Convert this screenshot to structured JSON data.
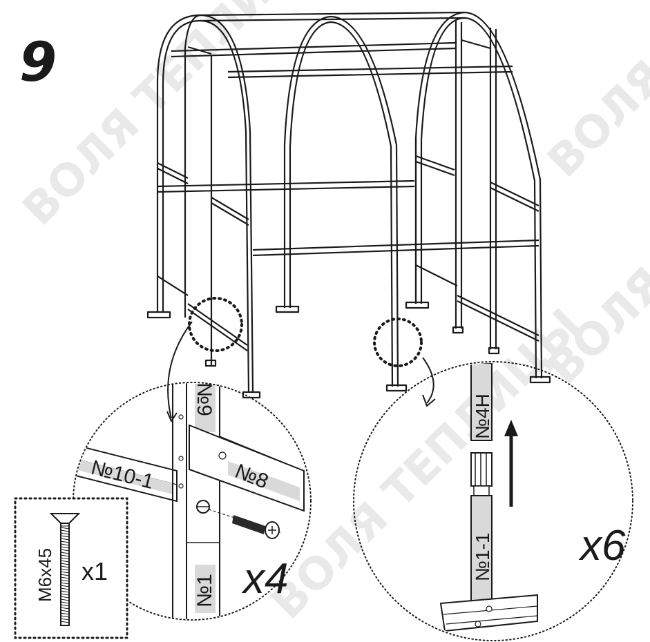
{
  "step": {
    "number": "9"
  },
  "labels": {
    "part_9": "№9",
    "part_8": "№8",
    "part_10_1": "№10-1",
    "part_1": "№1",
    "part_4h": "№4H",
    "part_1_1": "№1-1"
  },
  "multipliers": {
    "left_detail": "x4",
    "right_detail": "x6"
  },
  "hardware": {
    "bolt_size": "M6x45",
    "quantity": "x1"
  },
  "watermark": {
    "text": "ВОЛЯ ТЕПЛИЦЫ"
  },
  "colors": {
    "line": "#1a1a1a",
    "watermark": "#e9e9e9",
    "label_band": "#d9d9d9"
  }
}
